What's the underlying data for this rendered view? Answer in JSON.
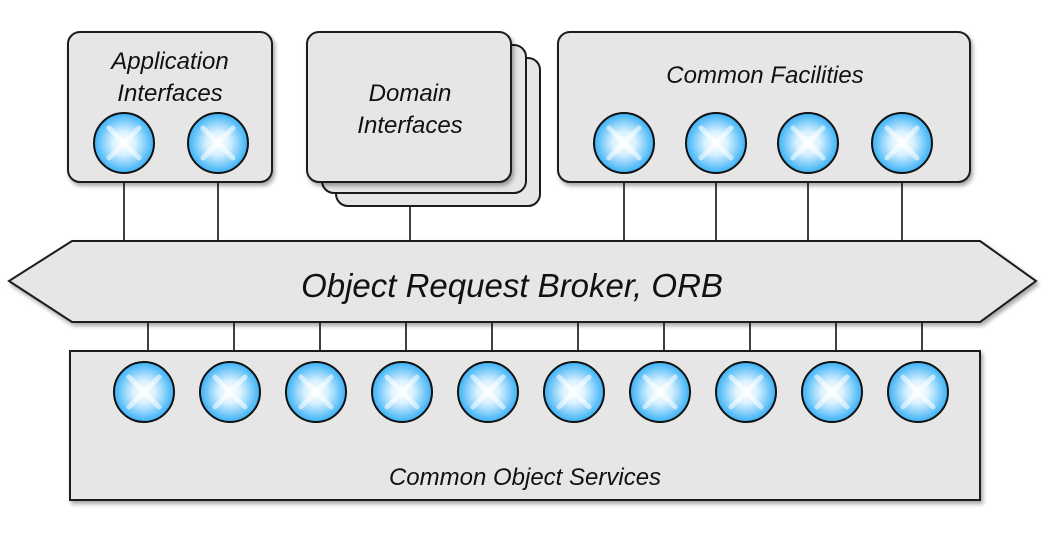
{
  "application_interfaces": {
    "label_line1": "Application",
    "label_line2": "Interfaces"
  },
  "domain_interfaces": {
    "label_line1": "Domain",
    "label_line2": "Interfaces"
  },
  "common_facilities": {
    "label": "Common Facilities"
  },
  "orb": {
    "label": "Object Request Broker, ORB"
  },
  "common_object_services": {
    "label": "Common Object Services"
  },
  "colors": {
    "box_fill": "#e6e6e6",
    "box_stroke": "#1a1a1a",
    "node_light": "#ffffff",
    "node_dark": "#1fa6f5",
    "node_stroke": "#111111"
  }
}
